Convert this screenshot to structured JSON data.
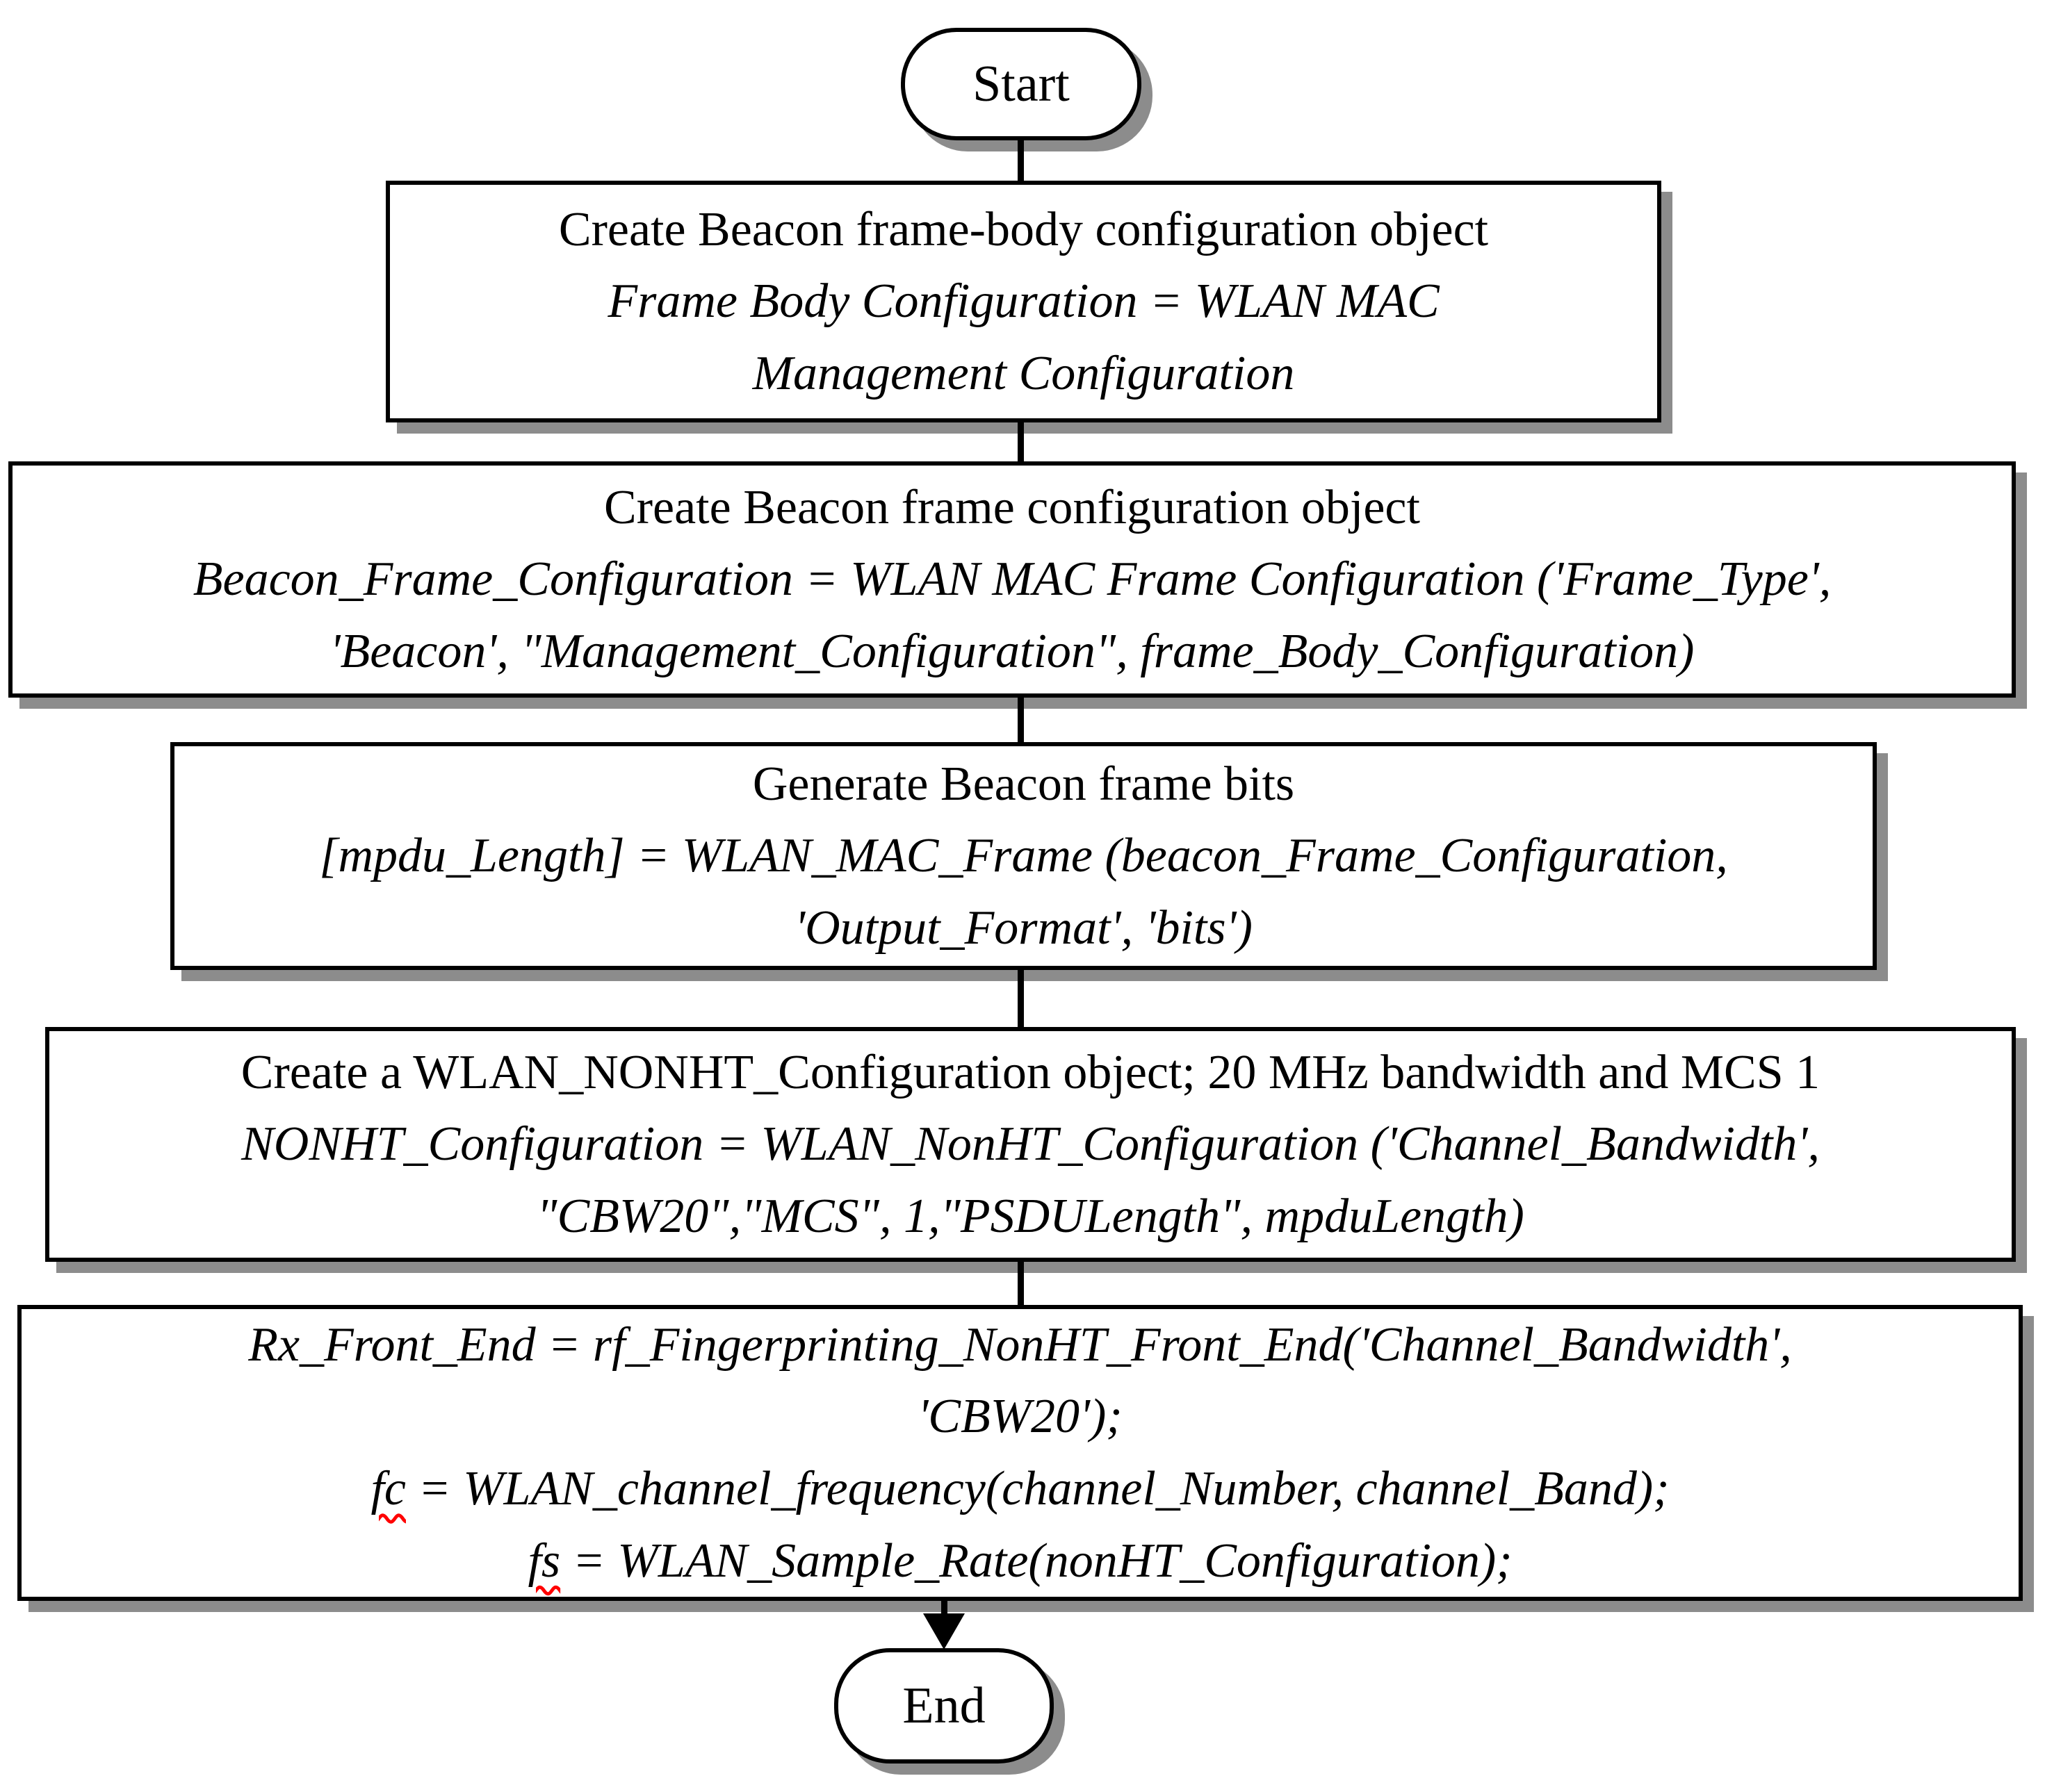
{
  "diagram": {
    "title": "WLAN Beacon frame generation flowchart",
    "background_color": "#ffffff",
    "stroke_color": "#000000",
    "shadow_color": "#8c8c8c",
    "spellcheck_underline_color": "#ff0000",
    "nodes": [
      {
        "id": "start",
        "shape": "terminator",
        "label": "Start"
      },
      {
        "id": "step-1",
        "shape": "process",
        "lines": [
          {
            "kind": "roman",
            "text": "Create Beacon frame-body configuration object"
          },
          {
            "kind": "italic",
            "text": "Frame Body Configuration = WLAN MAC"
          },
          {
            "kind": "italic",
            "text": "Management Configuration"
          }
        ]
      },
      {
        "id": "step-2",
        "shape": "process",
        "lines": [
          {
            "kind": "roman",
            "text": "Create Beacon frame configuration object"
          },
          {
            "kind": "italic",
            "text": "Beacon_Frame_Configuration = WLAN MAC Frame Configuration ('Frame_Type',"
          },
          {
            "kind": "italic",
            "text": "'Beacon', \"Management_Configuration\", frame_Body_Configuration)"
          }
        ]
      },
      {
        "id": "step-3",
        "shape": "process",
        "lines": [
          {
            "kind": "roman",
            "text": "Generate Beacon frame bits"
          },
          {
            "kind": "italic",
            "text": "[mpdu_Length] = WLAN_MAC_Frame (beacon_Frame_Configuration,"
          },
          {
            "kind": "italic",
            "text": "'Output_Format', 'bits')"
          }
        ]
      },
      {
        "id": "step-4",
        "shape": "process",
        "lines": [
          {
            "kind": "roman",
            "text": "Create a WLAN_NONHT_Configuration object; 20 MHz bandwidth and MCS 1"
          },
          {
            "kind": "italic",
            "text": "NONHT_Configuration = WLAN_NonHT_Configuration ('Channel_Bandwidth',"
          },
          {
            "kind": "italic",
            "text": "\"CBW20\",\"MCS\", 1,\"PSDULength\", mpduLength)"
          }
        ]
      },
      {
        "id": "step-5",
        "shape": "process",
        "lines": [
          {
            "kind": "italic",
            "text": "Rx_Front_End = rf_Fingerprinting_NonHT_Front_End('Channel_Bandwidth',"
          },
          {
            "kind": "italic",
            "text": "'CBW20');"
          },
          {
            "kind": "italic",
            "text": "fc = WLAN_channel_frequency(channel_Number, channel_Band);",
            "misspelled": "fc"
          },
          {
            "kind": "italic",
            "text": "fs = WLAN_Sample_Rate(nonHT_Configuration);",
            "misspelled": "fs"
          }
        ]
      },
      {
        "id": "end",
        "shape": "terminator",
        "label": "End"
      }
    ]
  }
}
